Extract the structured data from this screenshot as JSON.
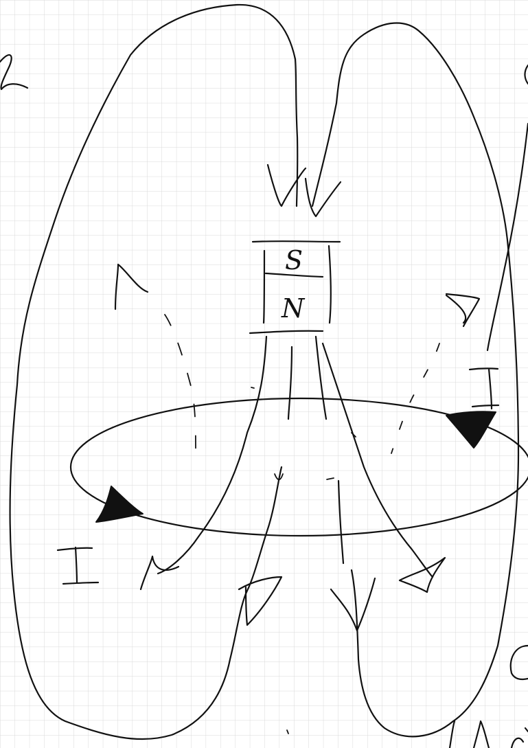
{
  "magnet": {
    "north_pole": "N",
    "south_pole": "S"
  },
  "current_label": "I",
  "colors": {
    "ink": "#111111",
    "grid": "#d9d9d9",
    "paper": "#ffffff"
  }
}
